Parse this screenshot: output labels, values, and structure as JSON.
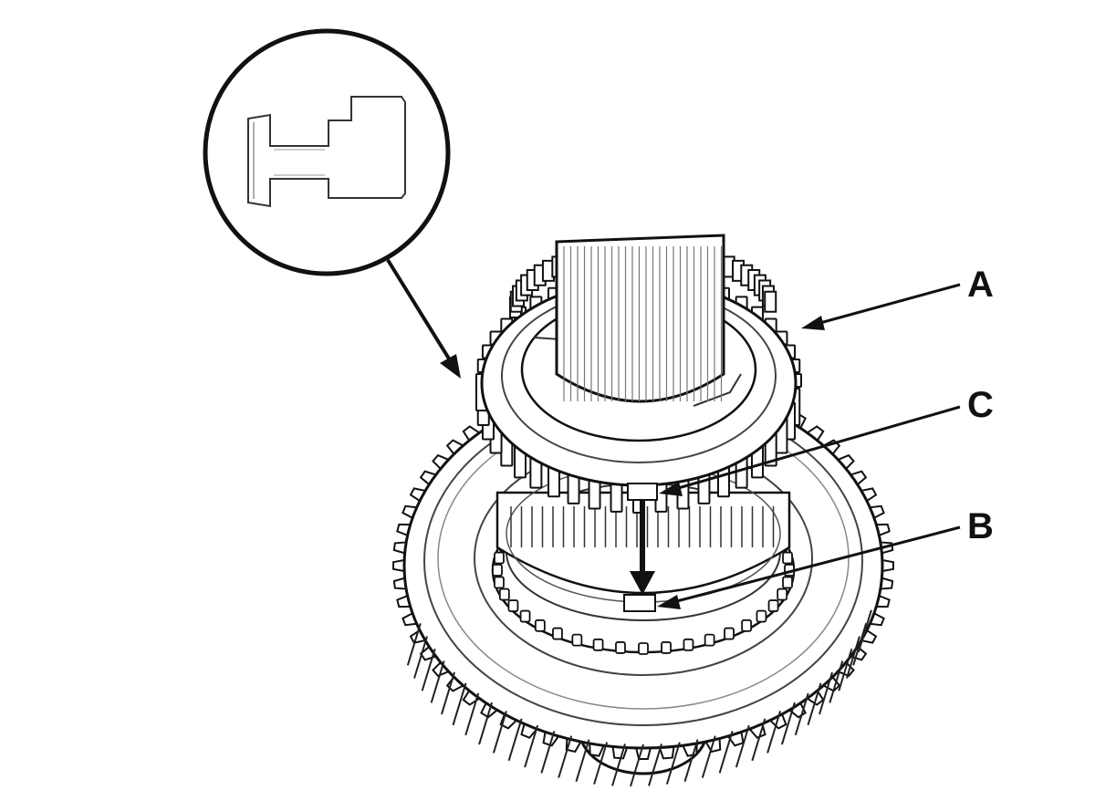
{
  "labels": {
    "a": "A",
    "b": "B",
    "c": "C"
  },
  "colors": {
    "line": "#111111",
    "fill": "#ffffff",
    "thin": "#555555"
  }
}
